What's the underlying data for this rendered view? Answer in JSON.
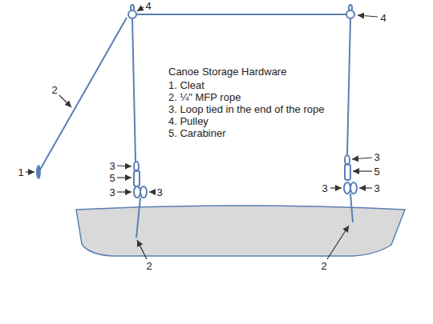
{
  "diagram": {
    "title": "Canoe Storage Hardware",
    "labels": [
      "1. Cleat",
      "2. ¼\" MFP rope",
      "3. Loop tied in the end of the rope",
      "4. Pulley",
      "5. Carabiner",
      "4",
      "4",
      "2",
      "1",
      "3",
      "5",
      "3",
      "3",
      "3",
      "5",
      "3",
      "3",
      "2",
      "2"
    ]
  }
}
